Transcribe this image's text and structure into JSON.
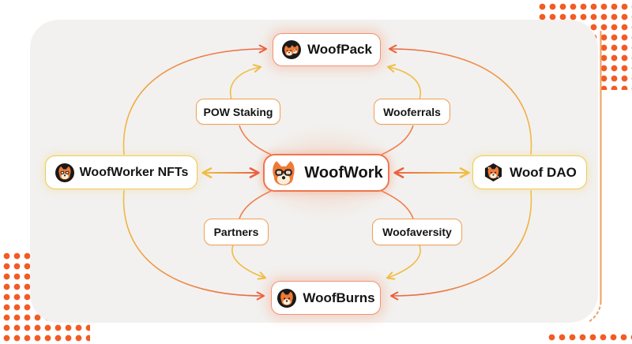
{
  "colors": {
    "accent_orange": "#EC5F3C",
    "accent_yellow": "#F0BE45",
    "dot_orange": "#F25B24",
    "panel_bg": "#F2F1EF",
    "border_orange": "#F29272",
    "border_yellow": "#F1C94F",
    "text": "#141414"
  },
  "nodes": {
    "woofpack": {
      "label": "WoofPack",
      "icon": "woofpack-badge-icon"
    },
    "woofwork": {
      "label": "WoofWork",
      "icon": "woofwork-dog-icon"
    },
    "woofworker_nfts": {
      "label": "WoofWorker NFTs",
      "icon": "woofworker-dog-icon"
    },
    "woof_dao": {
      "label": "Woof DAO",
      "icon": "woof-dao-hexagon-icon"
    },
    "woofburns": {
      "label": "WoofBurns",
      "icon": "woofburns-dog-icon"
    },
    "pow_staking": {
      "label": "POW Staking"
    },
    "wooferrals": {
      "label": "Wooferrals"
    },
    "partners": {
      "label": "Partners"
    },
    "woofaversity": {
      "label": "Woofaversity"
    }
  },
  "edges": [
    {
      "from": "woofworker_nfts",
      "to": "woofwork",
      "direction": "bidirectional"
    },
    {
      "from": "woof_dao",
      "to": "woofwork",
      "direction": "bidirectional"
    },
    {
      "from": "woofwork",
      "to": "woofpack",
      "via": "pow_staking",
      "direction": "one-way"
    },
    {
      "from": "woofwork",
      "to": "woofpack",
      "via": "wooferrals",
      "direction": "one-way"
    },
    {
      "from": "woofwork",
      "to": "woofburns",
      "via": "partners",
      "direction": "one-way"
    },
    {
      "from": "woofwork",
      "to": "woofburns",
      "via": "woofaversity",
      "direction": "one-way"
    },
    {
      "from": "woofworker_nfts",
      "to": "woofpack",
      "direction": "one-way"
    },
    {
      "from": "woofworker_nfts",
      "to": "woofburns",
      "direction": "one-way"
    },
    {
      "from": "woof_dao",
      "to": "woofpack",
      "direction": "one-way"
    },
    {
      "from": "woof_dao",
      "to": "woofburns",
      "direction": "one-way"
    }
  ]
}
